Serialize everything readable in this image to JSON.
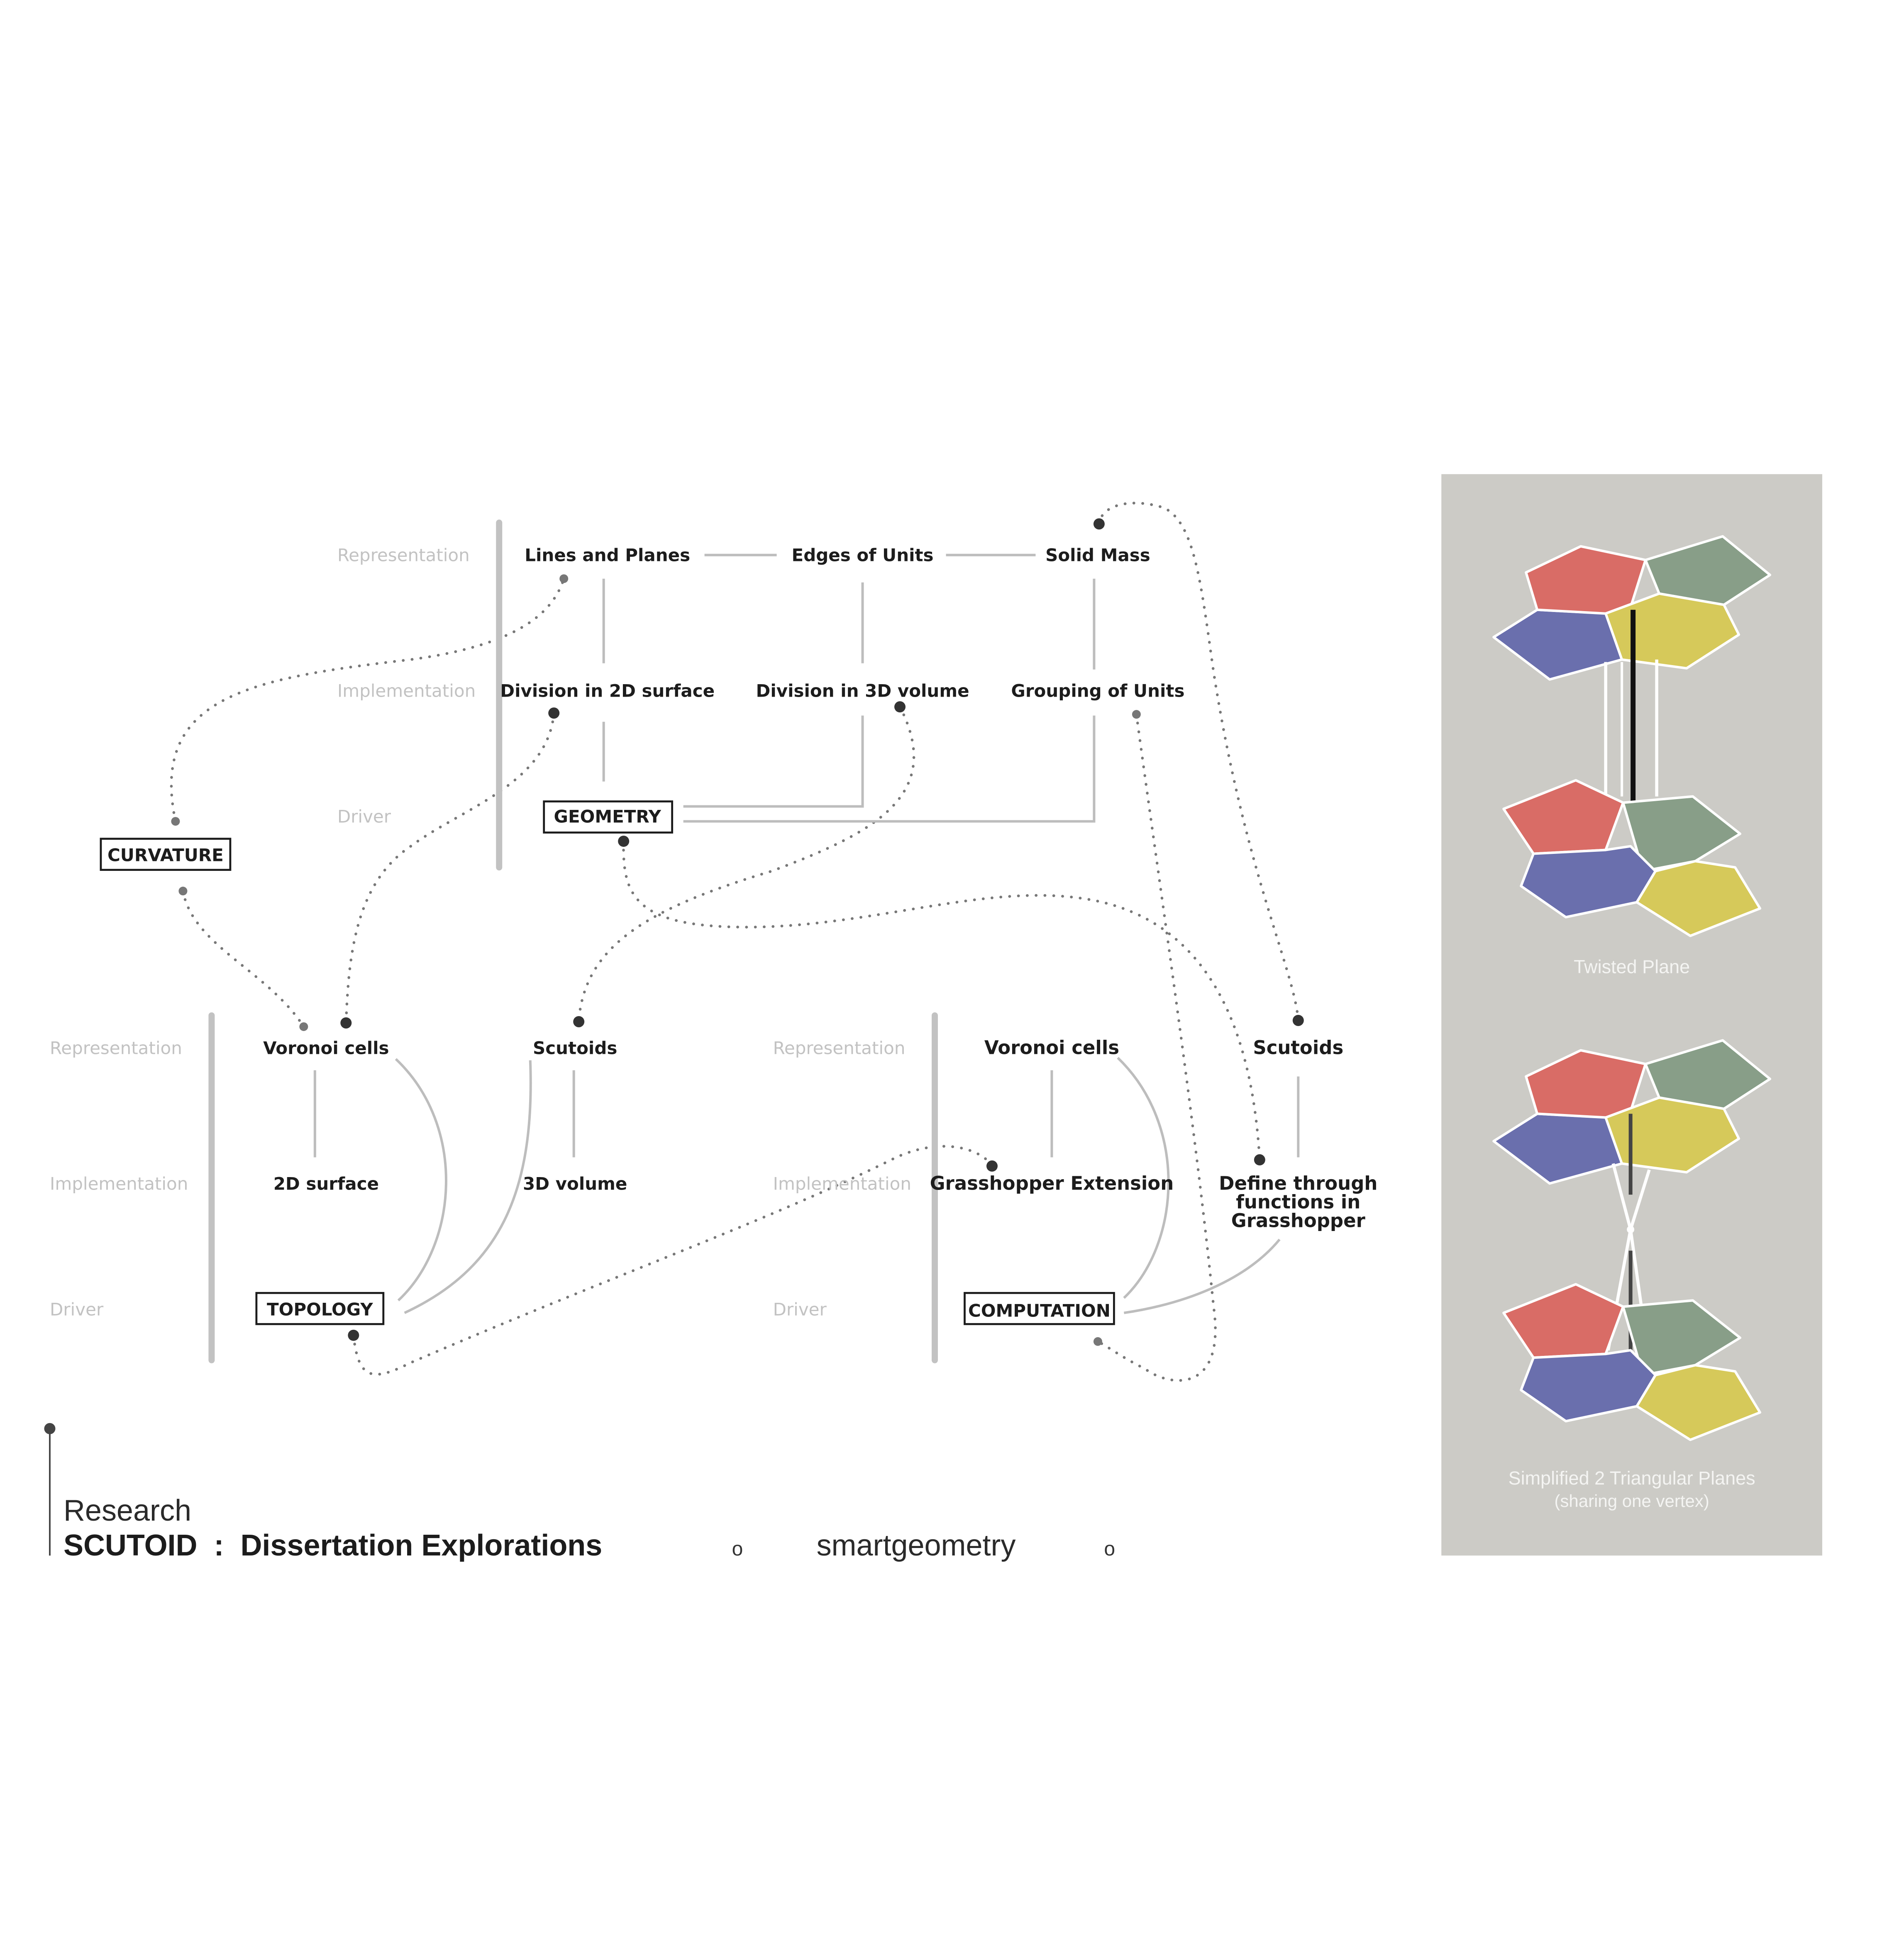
{
  "colors": {
    "background": "#ffffff",
    "text": "#1c1c1c",
    "label_muted": "#c2c2c2",
    "connector": "#bdbdbd",
    "dots": "#777777",
    "panel": "#cccbc6",
    "red": "#d96c66",
    "green": "#889e88",
    "yellow": "#d6c95a",
    "blue": "#6a6fad"
  },
  "diagram": {
    "row_labels": {
      "representation": "Representation",
      "implementation": "Implementation",
      "driver": "Driver"
    },
    "geometry_block": {
      "nodes": {
        "lines_planes": "Lines and Planes",
        "edges_units": "Edges of Units",
        "solid_mass": "Solid Mass",
        "div_2d": "Division in 2D surface",
        "div_3d": "Division in 3D volume",
        "grouping": "Grouping of Units",
        "driver": "GEOMETRY"
      }
    },
    "curvature": "CURVATURE",
    "topology_block": {
      "nodes": {
        "voronoi": "Voronoi cells",
        "scutoids": "Scutoids",
        "surface_2d": "2D surface",
        "volume_3d": "3D volume",
        "driver": "TOPOLOGY"
      }
    },
    "computation_block": {
      "nodes": {
        "voronoi": "Voronoi cells",
        "scutoids": "Scutoids",
        "grasshopper_ext": "Grasshopper Extension",
        "define_1": "Define through",
        "define_2": "functions in",
        "define_3": "Grasshopper",
        "driver": "COMPUTATION"
      }
    }
  },
  "footer": {
    "kicker": "Research",
    "title": "SCUTOID  :  Dissertation Explorations",
    "bullet": "o",
    "brand": "smartgeometry"
  },
  "panel": {
    "caption_1": "Twisted Plane",
    "caption_2": "Simplified 2 Triangular Planes",
    "caption_2_sub": "(sharing one vertex)"
  }
}
